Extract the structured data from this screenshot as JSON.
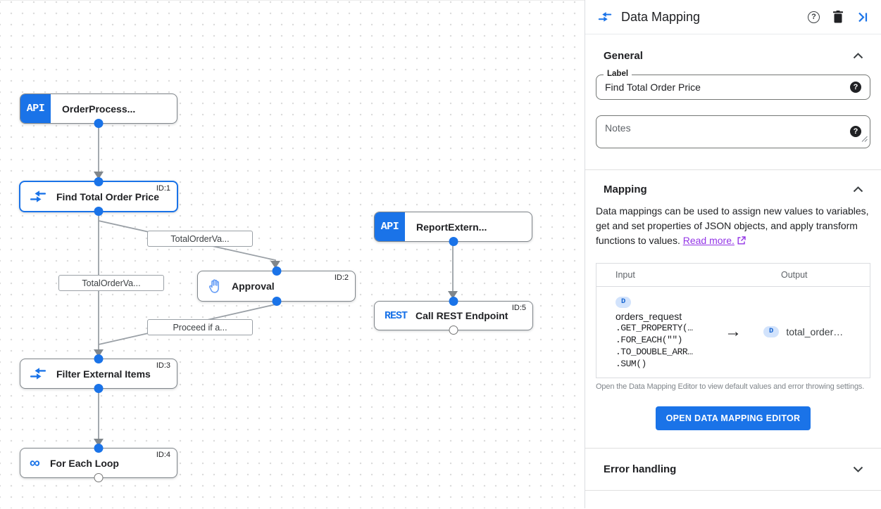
{
  "colors": {
    "accent": "#1a73e8",
    "link_purple": "#9334e6",
    "edge_gray": "#9aa0a6"
  },
  "canvas": {
    "nodes": {
      "order_process": {
        "badge": "API",
        "label": "OrderProcess..."
      },
      "find_total": {
        "label": "Find Total Order Price",
        "id": "ID:1"
      },
      "report_extern": {
        "badge": "API",
        "label": "ReportExtern..."
      },
      "approval": {
        "label": "Approval",
        "id": "ID:2"
      },
      "call_rest": {
        "badge": "REST",
        "label": "Call REST Endpoint",
        "id": "ID:5"
      },
      "filter_items": {
        "label": "Filter External Items",
        "id": "ID:3"
      },
      "for_each": {
        "label": "For Each Loop",
        "id": "ID:4"
      }
    },
    "edge_labels": {
      "total_order_top": "TotalOrderVa...",
      "total_order_left": "TotalOrderVa...",
      "proceed": "Proceed if a..."
    }
  },
  "panel": {
    "title": "Data Mapping",
    "general": {
      "heading": "General",
      "label_field": {
        "label": "Label",
        "value": "Find Total Order Price"
      },
      "notes_placeholder": "Notes"
    },
    "mapping": {
      "heading": "Mapping",
      "description": "Data mappings can be used to assign new values to variables, get and set properties of JSON objects, and apply transform functions to values.",
      "read_more": "Read more.",
      "table": {
        "input_header": "Input",
        "output_header": "Output",
        "badge": "D",
        "input_var": "orders_request",
        "input_lines": [
          ".GET_PROPERTY(…",
          ".FOR_EACH(\"\")",
          ".TO_DOUBLE_ARR…",
          ".SUM()"
        ],
        "arrow": "→",
        "output_var": "total_order…"
      },
      "caption": "Open the Data Mapping Editor to view default values and error throwing settings.",
      "button": "OPEN DATA MAPPING EDITOR"
    },
    "error": {
      "heading": "Error handling"
    }
  },
  "glyphs": {
    "help": "?",
    "infinity": "∞"
  }
}
